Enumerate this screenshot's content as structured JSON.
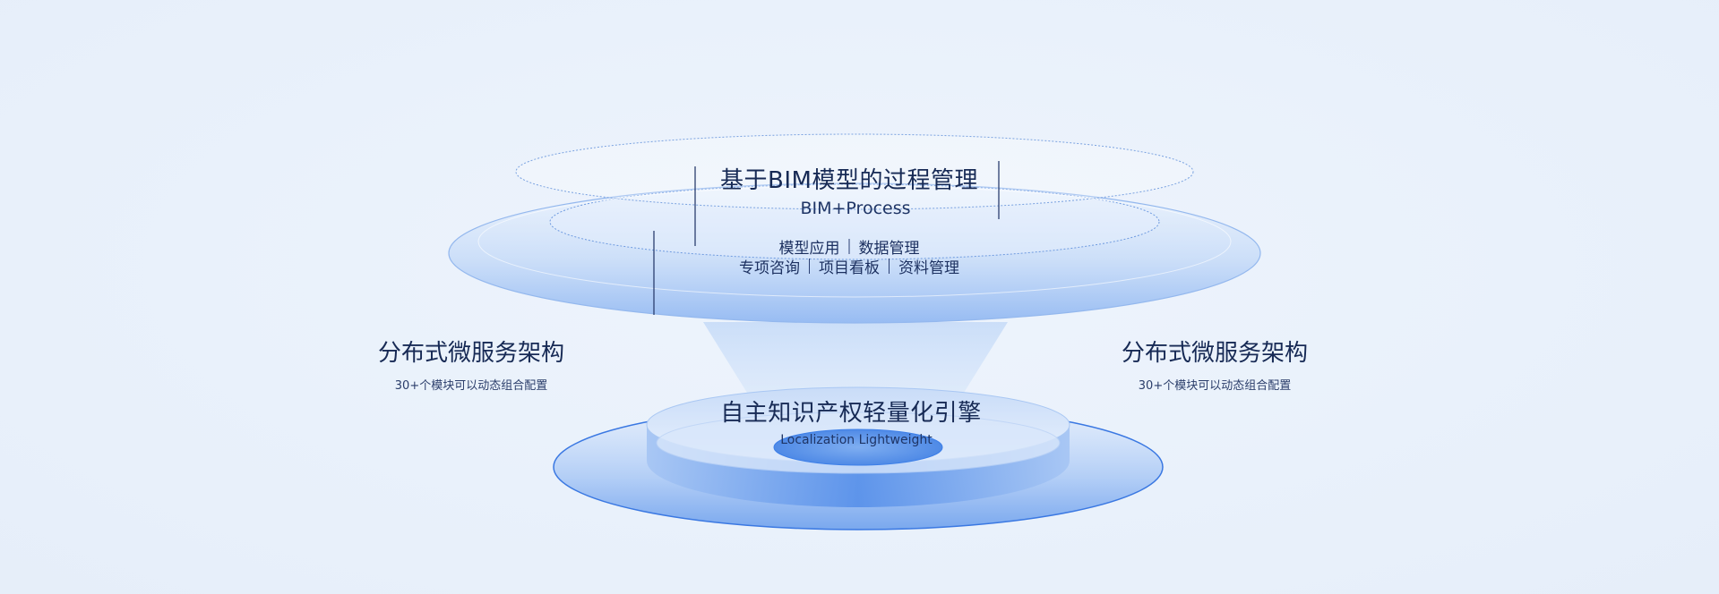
{
  "top_module": {
    "title": "基于BIM模型的过程管理",
    "subtitle": "BIM+Process",
    "features_row1": [
      "模型应用",
      "数据管理"
    ],
    "features_row2": [
      "专项咨询",
      "项目看板",
      "资料管理"
    ]
  },
  "left_module": {
    "title": "分布式微服务架构",
    "subtitle": "30+个模块可以动态组合配置"
  },
  "right_module": {
    "title": "分布式微服务架构",
    "subtitle": "30+个模块可以动态组合配置"
  },
  "base_module": {
    "title": "自主知识产权轻量化引擎",
    "subtitle": "Localization Lightweight"
  },
  "colors": {
    "accent": "#3d7fe8",
    "text_dark": "#172a55",
    "disc_light": "#dbe8fb",
    "disc_mid": "#9ec1f5"
  }
}
